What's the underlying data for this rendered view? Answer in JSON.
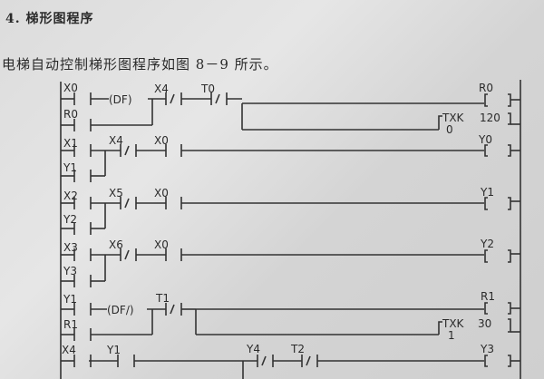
{
  "section": {
    "number": "4.",
    "title": "梯形图程序",
    "intro": "电梯自动控制梯形图程序如图 8－9 所示。"
  },
  "ladder": {
    "rungs": [
      {
        "id": "rung-1",
        "inputs": [
          "X0",
          "R0"
        ],
        "instructions": [
          "(DF)"
        ],
        "series_nc": [
          "X4",
          "T0"
        ],
        "outputs": [
          {
            "type": "coil",
            "label": "R0"
          },
          {
            "type": "timer",
            "label": "TXK",
            "num": "0",
            "preset": "120"
          }
        ]
      },
      {
        "id": "rung-2",
        "inputs": [
          "X1",
          "Y1"
        ],
        "series_nc": [
          "X4"
        ],
        "series_no": [
          "X0"
        ],
        "outputs": [
          {
            "type": "coil",
            "label": "Y0"
          }
        ]
      },
      {
        "id": "rung-3",
        "inputs": [
          "X2",
          "Y2"
        ],
        "series_nc": [
          "X5"
        ],
        "series_no": [
          "X0"
        ],
        "outputs": [
          {
            "type": "coil",
            "label": "Y1"
          }
        ]
      },
      {
        "id": "rung-4",
        "inputs": [
          "X3",
          "Y3"
        ],
        "series_nc": [
          "X6"
        ],
        "series_no": [
          "X0"
        ],
        "outputs": [
          {
            "type": "coil",
            "label": "Y2"
          }
        ]
      },
      {
        "id": "rung-5",
        "inputs": [
          "Y1",
          "R1"
        ],
        "instructions": [
          "(DF/)"
        ],
        "series_nc": [
          "T1"
        ],
        "outputs": [
          {
            "type": "coil",
            "label": "R1"
          },
          {
            "type": "timer",
            "label": "TXK",
            "num": "1",
            "preset": "30"
          }
        ]
      },
      {
        "id": "rung-6",
        "inputs": [
          "X4"
        ],
        "series_no": [
          "Y1"
        ],
        "series_nc": [
          "Y4",
          "T2"
        ],
        "outputs": [
          {
            "type": "coil",
            "label": "Y3"
          }
        ]
      }
    ],
    "labels": {
      "x0": "X0",
      "r0": "R0",
      "df": "(DF)",
      "x4a": "X4",
      "t0": "T0",
      "r0_out": "R0",
      "txk": "TXK",
      "txk0_num": "0",
      "txk0_preset": "120",
      "x1": "X1",
      "y1a": "Y1",
      "x4b": "X4",
      "x0b": "X0",
      "y0_out": "Y0",
      "x2": "X2",
      "y2a": "Y2",
      "x5": "X5",
      "x0c": "X0",
      "y1_out": "Y1",
      "x3": "X3",
      "y3a": "Y3",
      "x6": "X6",
      "x0d": "X0",
      "y2_out": "Y2",
      "y1b": "Y1",
      "r1": "R1",
      "dfn": "(DF/)",
      "t1": "T1",
      "r1_out": "R1",
      "txk1": "TXK",
      "txk1_num": "1",
      "txk1_preset": "30",
      "x4c": "X4",
      "y1c": "Y1",
      "y4": "Y4",
      "t2": "T2",
      "y3_out": "Y3"
    }
  }
}
